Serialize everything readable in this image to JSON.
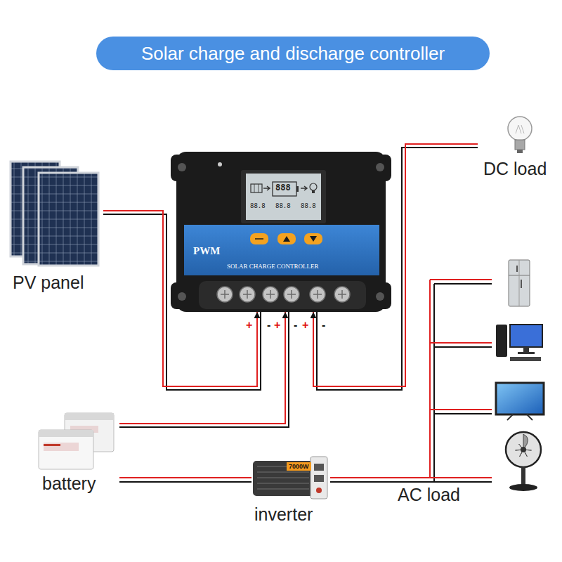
{
  "diagram": {
    "title": "Solar charge and discharge controller",
    "nodes": [
      {
        "text": [
          "PV panel"
        ]
      },
      {
        "text": [
          "PWM",
          "SOLAR CHARGE CONTROLLER"
        ]
      },
      {
        "text": [
          "DC load"
        ]
      },
      {
        "text": [
          "battery"
        ]
      },
      {
        "text": [
          "7000W",
          "inverter"
        ]
      },
      {
        "text": [
          "AC load"
        ]
      }
    ],
    "edges": [
      {
        "from": 0,
        "to": 1,
        "arrow": "to"
      },
      {
        "from": 3,
        "to": 1,
        "arrow": "to"
      },
      {
        "from": 2,
        "to": 1,
        "arrow": "to"
      },
      {
        "from": 3,
        "to": 4,
        "arrow": "none"
      },
      {
        "from": 4,
        "to": 5,
        "arrow": "none"
      }
    ],
    "labels": [
      "+",
      "-",
      "+",
      "-",
      "+",
      "-",
      "888",
      "88.8",
      "88.8",
      "88.8"
    ]
  }
}
